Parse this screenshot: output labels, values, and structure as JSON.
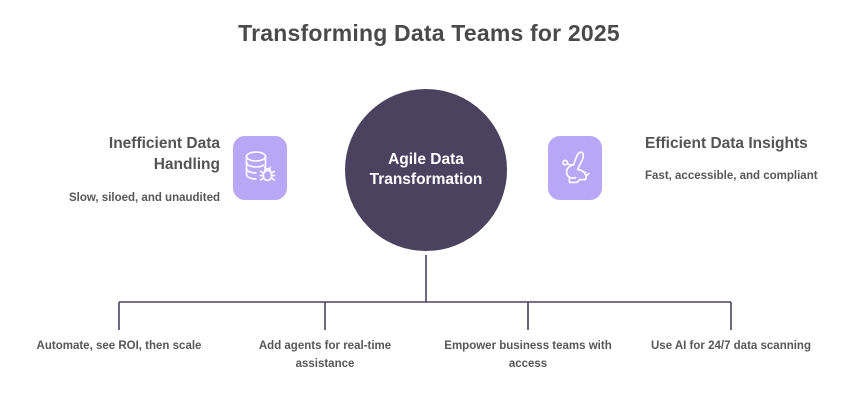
{
  "title": "Transforming Data Teams for 2025",
  "center": {
    "label": "Agile Data Transformation"
  },
  "colors": {
    "center_fill": "#4b4260",
    "center_text": "#ffffff",
    "icon_tile": "#b8a6f7",
    "icon_stroke": "#ffffff",
    "connector": "#4b4260",
    "title_text": "#4a4a4a",
    "body_text": "#575757",
    "background": "#ffffff"
  },
  "left_side": {
    "icon": "database-bug-icon",
    "heading": "Inefficient Data Handling",
    "subtitle": "Slow, siloed, and unaudited"
  },
  "right_side": {
    "icon": "rabbit-icon",
    "heading": "Efficient Data Insights",
    "subtitle": "Fast, accessible, and compliant"
  },
  "leaves": [
    {
      "label": "Automate, see ROI, then scale"
    },
    {
      "label": "Add agents for real-time assistance"
    },
    {
      "label": "Empower business teams with access"
    },
    {
      "label": "Use AI for 24/7 data scanning"
    }
  ]
}
